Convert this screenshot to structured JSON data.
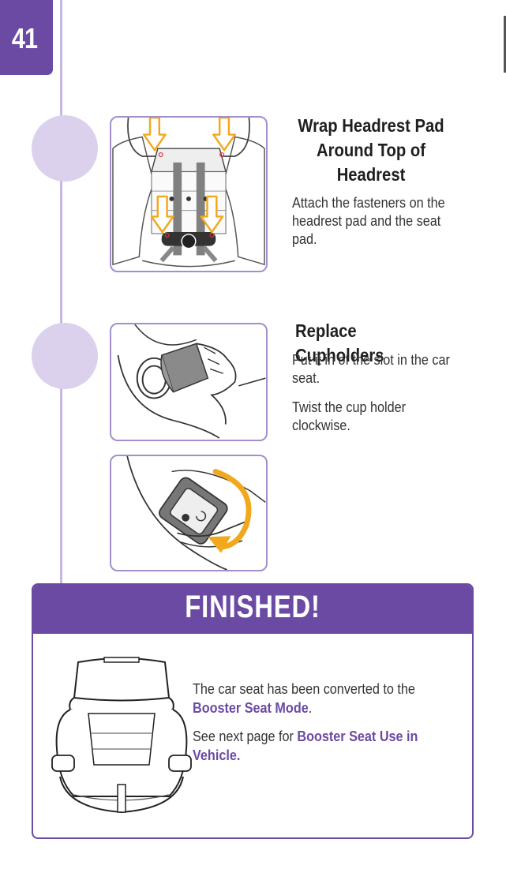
{
  "page": {
    "number": "41"
  },
  "step1": {
    "title": "Wrap Headrest Pad Around Top of Headrest",
    "body": "Attach the fasteners on the headrest pad and the seat pad."
  },
  "step2": {
    "title": "Replace Cupholders",
    "body1": "Put it in of the slot in the car seat.",
    "body2": "Twist the cup holder clockwise."
  },
  "finished": {
    "banner": "FINISHED!",
    "text1_prefix": "The car seat has been converted to the ",
    "text1_highlight": "Booster Seat Mode",
    "text1_suffix": ".",
    "text2_prefix": "See next page for ",
    "text2_highlight": "Booster Seat Use in Vehicle."
  },
  "colors": {
    "accent": "#6b4aa3",
    "accent_light": "#dcd1ed",
    "arrow": "#f2a81d"
  }
}
